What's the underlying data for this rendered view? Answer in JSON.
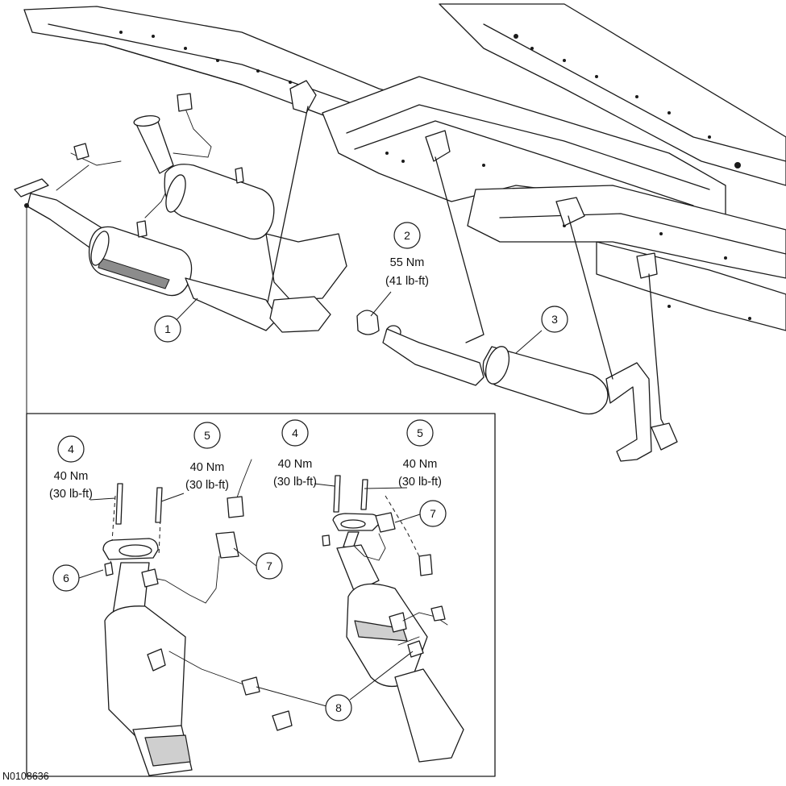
{
  "figure_id": "N0108636",
  "callouts": {
    "c1": "1",
    "c2": "2",
    "c3": "3",
    "c4a": "4",
    "c4b": "4",
    "c5a": "5",
    "c5b": "5",
    "c6": "6",
    "c7a": "7",
    "c7b": "7",
    "c8": "8"
  },
  "torques": {
    "t2": {
      "nm": "55 Nm",
      "lbft": "(41 lb-ft)"
    },
    "t4a": {
      "nm": "40 Nm",
      "lbft": "(30 lb-ft)"
    },
    "t5a": {
      "nm": "40 Nm",
      "lbft": "(30 lb-ft)"
    },
    "t4b": {
      "nm": "40 Nm",
      "lbft": "(30 lb-ft)"
    },
    "t5b": {
      "nm": "40 Nm",
      "lbft": "(30 lb-ft)"
    }
  }
}
